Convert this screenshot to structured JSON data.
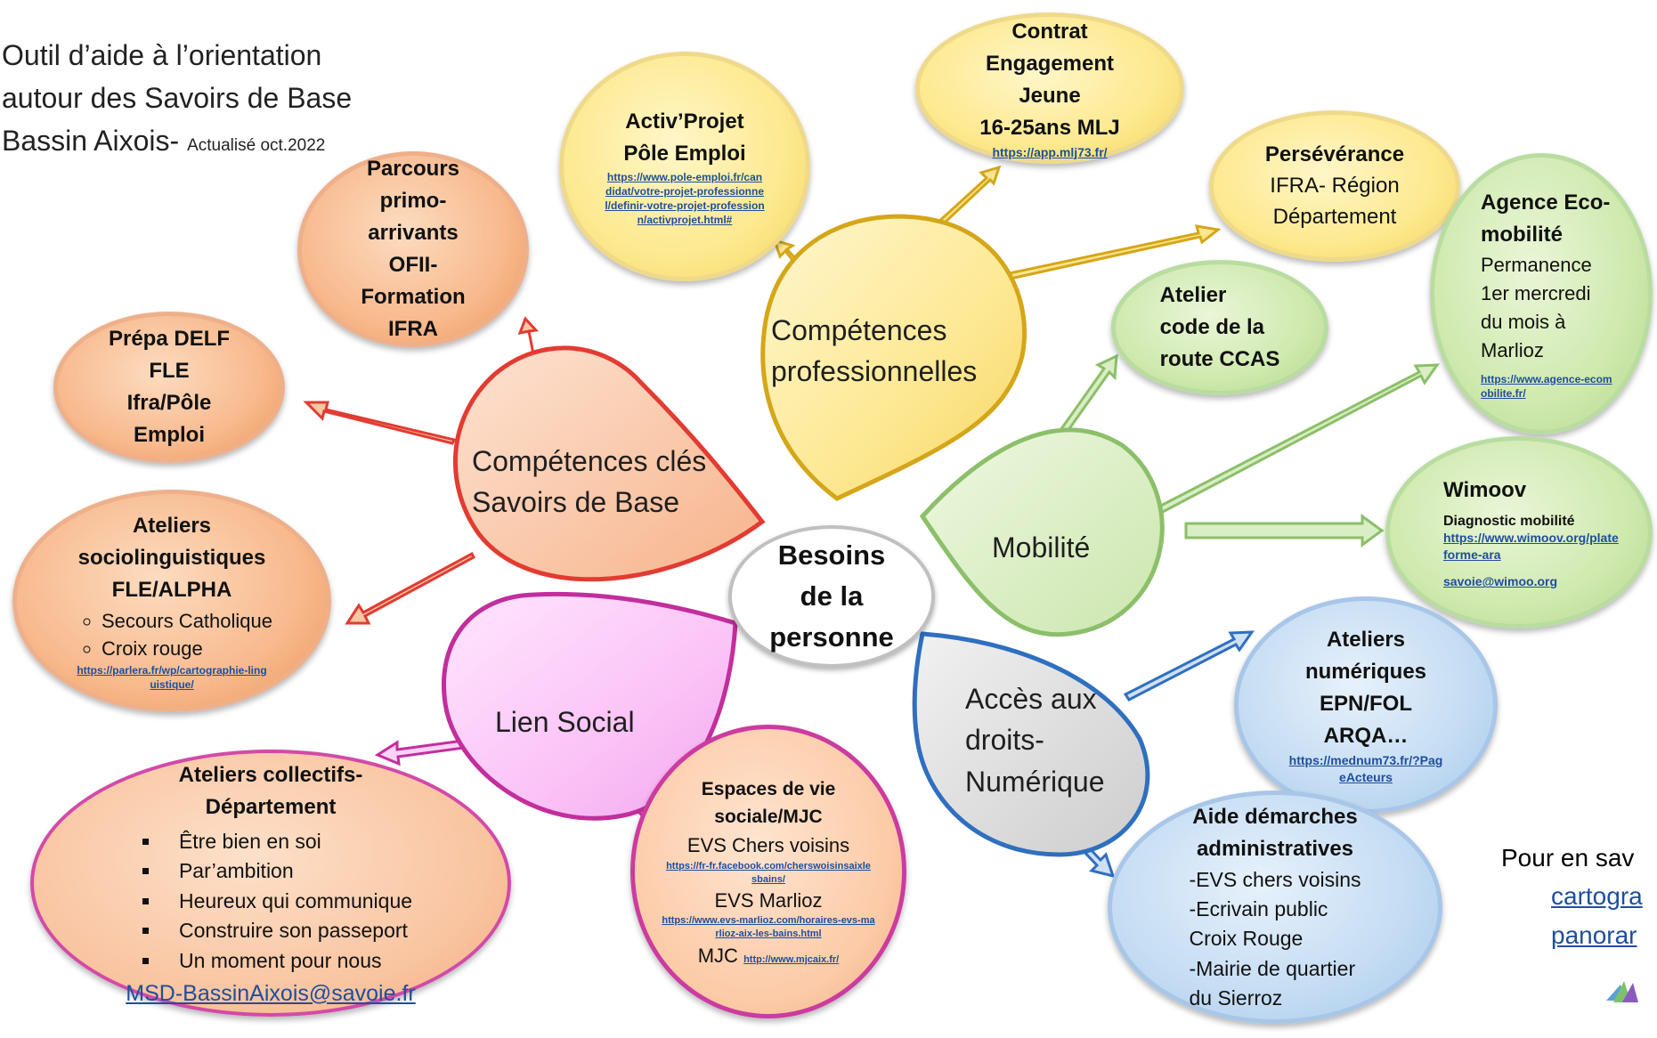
{
  "header": {
    "line1": "Outil d’aide à l’orientation",
    "line2": "autour des Savoirs de Base",
    "line3": "Bassin Aixois-",
    "updated": "Actualisé oct.2022"
  },
  "center": {
    "l1": "Besoins",
    "l2": "de la",
    "l3": "personne"
  },
  "hubs": {
    "competences_cles": {
      "l1": "Compétences clés",
      "l2": "Savoirs de Base"
    },
    "competences_pro": {
      "l1": "Compétences",
      "l2": "professionnelles"
    },
    "mobilite": {
      "l1": "Mobilité"
    },
    "acces": {
      "l1": "Accès aux",
      "l2": "droits-",
      "l3": "Numérique"
    },
    "lien": {
      "l1": "Lien Social"
    }
  },
  "nodes": {
    "parcours": {
      "l1": "Parcours",
      "l2": "primo-",
      "l3": "arrivants",
      "l4": "OFII-",
      "l5": "Formation",
      "l6": "IFRA"
    },
    "prepa": {
      "l1": "Prépa DELF",
      "l2": "FLE",
      "l3": "Ifra/Pôle",
      "l4": "Emploi"
    },
    "ateliers_socio": {
      "l1": "Ateliers",
      "l2": "sociolinguistiques",
      "l3": "FLE/ALPHA",
      "items": [
        "Secours Catholique",
        "Croix rouge"
      ],
      "link": "https://parlera.fr/wp/cartographie-linguistique/"
    },
    "activ": {
      "l1": "Activ’Projet",
      "l2": "Pôle Emploi",
      "link": "https://www.pole-emploi.fr/candidat/votre-projet-professionnel/definir-votre-projet-professionn/activprojet.html#"
    },
    "contrat": {
      "l1": "Contrat",
      "l2": "Engagement",
      "l3": "Jeune",
      "l4": "16-25ans MLJ",
      "link": "https://app.mlj73.fr/"
    },
    "perseverance": {
      "l1": "Persévérance",
      "l2": "IFRA- Région",
      "l3": "Département"
    },
    "agence": {
      "l1": "Agence Eco-",
      "l2": "mobilité",
      "l3": "Permanence",
      "l4": "1er mercredi",
      "l5": "du mois à",
      "l6": "Marlioz",
      "link": "https://www.agence-ecomobilite.fr/"
    },
    "atelier_code": {
      "l1": "Atelier",
      "l2": "code de la",
      "l3": "route CCAS"
    },
    "wimoov": {
      "l1": "Wimoov",
      "l2": "Diagnostic mobilité",
      "link": "https://www.wimoov.org/plateforme-ara",
      "email": "savoie@wimoo.org"
    },
    "ateliers_num": {
      "l1": "Ateliers",
      "l2": "numériques",
      "l3": "EPN/FOL",
      "l4": "ARQA…",
      "link": "https://mednum73.fr/?PageActeurs"
    },
    "aide": {
      "l1": "Aide démarches",
      "l2": "administratives",
      "items": [
        "-EVS chers voisins",
        "-Ecrivain public",
        "Croix Rouge",
        "-Mairie de quartier",
        "du Sierroz"
      ]
    },
    "espaces": {
      "l1": "Espaces de vie",
      "l2": "sociale/MJC",
      "evs1": "EVS Chers voisins",
      "link1": "https://fr-fr.facebook.com/cherswoisinsaixlesbains/",
      "evs2": "EVS Marlioz",
      "link2": "https://www.evs-marlioz.com/horaires-evs-marlioz-aix-les-bains.html",
      "mjc": "MJC",
      "link3": "http://www.mjcaix.fr/"
    },
    "ateliers_coll": {
      "l1": "Ateliers collectifs-",
      "l2": "Département",
      "items": [
        "Être bien en soi",
        "Par’ambition",
        "Heureux qui communique",
        "Construire son passeport",
        "Un moment pour nous"
      ],
      "email": "MSD-BassinAixois@savoie.fr"
    }
  },
  "footer": {
    "l1": "Pour en sav",
    "l2": "cartogra",
    "l3": "panorar"
  },
  "colors": {
    "red": "#e23b32",
    "gold": "#d4a619",
    "green": "#8cbf6a",
    "blue": "#2f6fbf",
    "magenta": "#c22e9c",
    "orange_node": "#f8b98d",
    "yellow_node": "#fde98f",
    "green_node": "#cfe9ae",
    "blue_node": "#c4dcf3"
  }
}
